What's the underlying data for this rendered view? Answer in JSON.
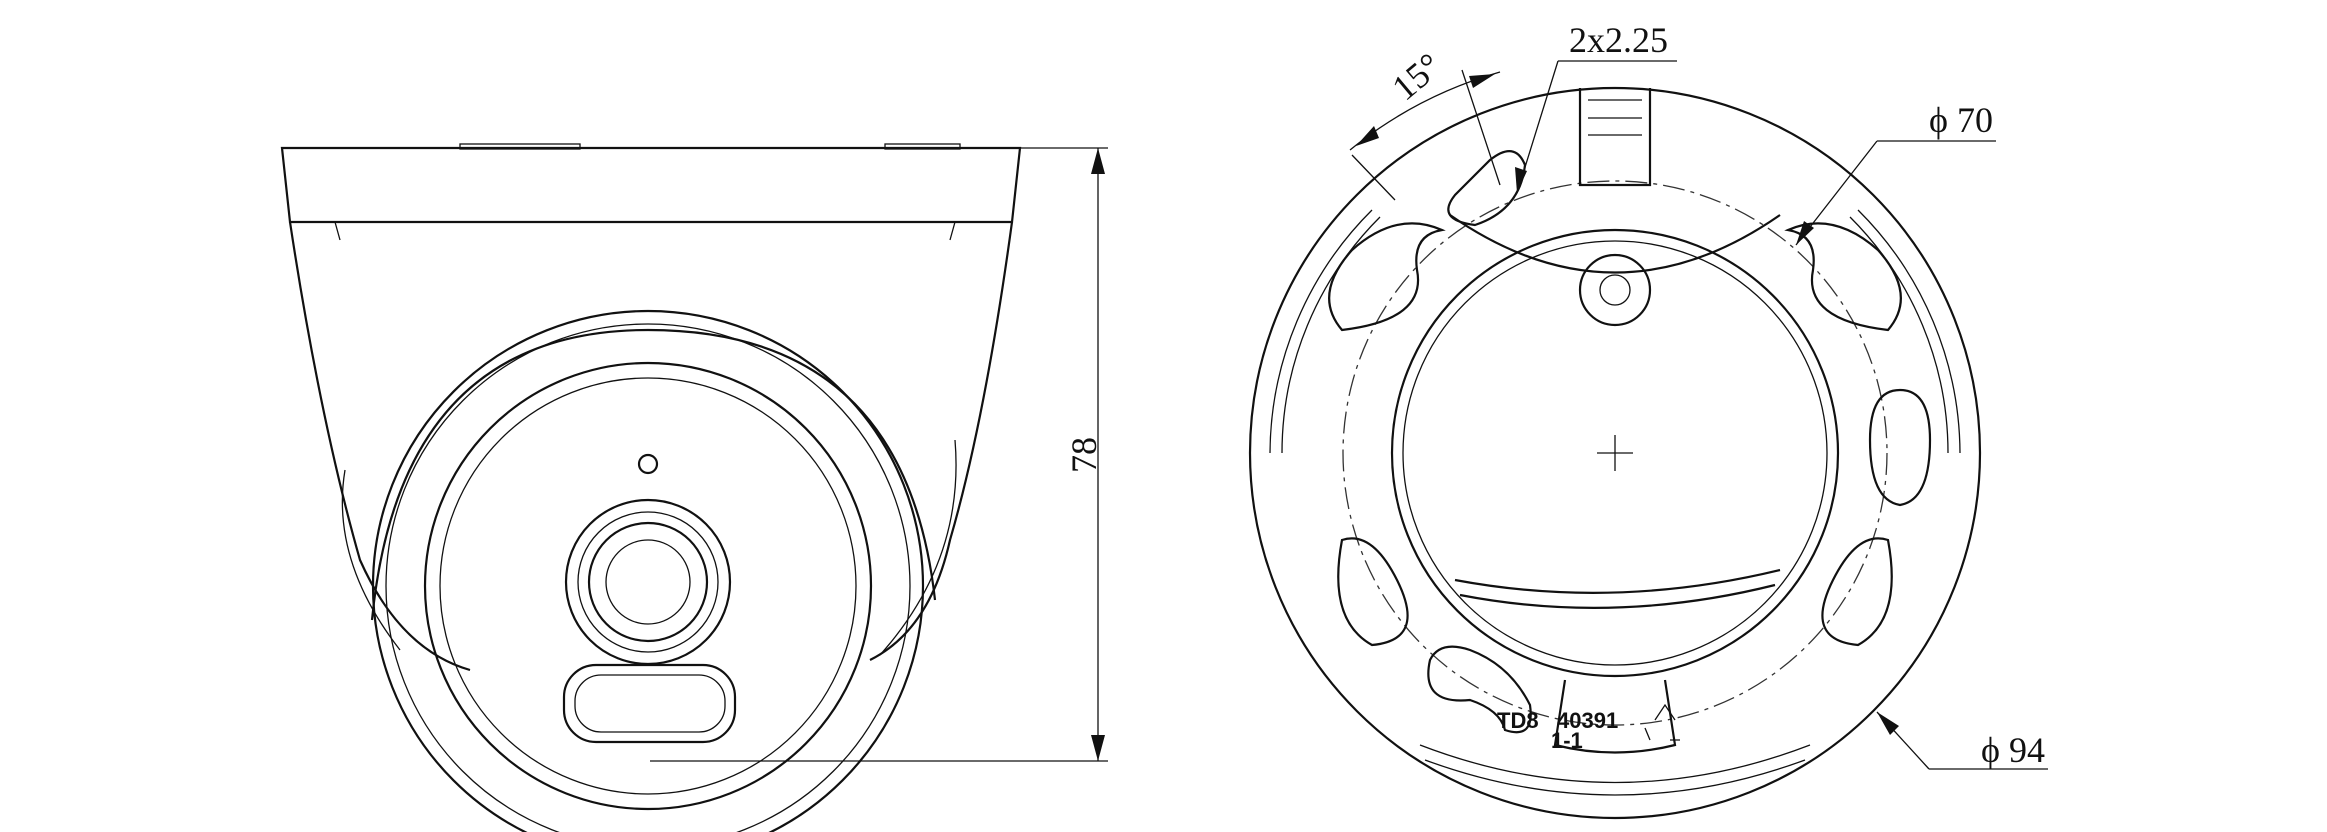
{
  "title": "Turret camera dimension drawing",
  "dimensions": {
    "height": "78",
    "angle": "15°",
    "hole": "2x2.25",
    "inner_diameter": "ϕ 70",
    "outer_diameter": "ϕ 94"
  },
  "base_label": {
    "line1": "TD8",
    "line2": "40391",
    "line3": "1-1"
  },
  "colors": {
    "line": "#111111",
    "background": "#ffffff"
  }
}
